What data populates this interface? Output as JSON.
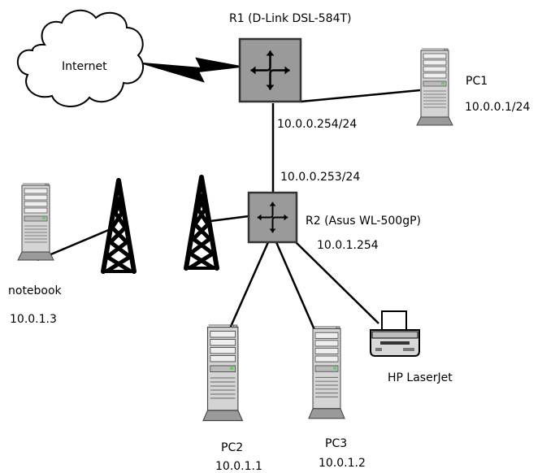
{
  "cloud": {
    "label": "Internet"
  },
  "routers": {
    "r1": {
      "label": "R1 (D-Link DSL-584T)",
      "ip": "10.0.0.254/24"
    },
    "r2": {
      "label": "R2 (Asus WL-500gP)",
      "ip_upstream": "10.0.0.253/24",
      "ip": "10.0.1.254"
    }
  },
  "hosts": {
    "pc1": {
      "label": "PC1",
      "ip": "10.0.0.1/24"
    },
    "notebook": {
      "label": "notebook",
      "ip": "10.0.1.3"
    },
    "pc2": {
      "label": "PC2",
      "ip": "10.0.1.1"
    },
    "pc3": {
      "label": "PC3",
      "ip": "10.0.1.2"
    },
    "printer": {
      "label": "HP LaserJet"
    }
  },
  "icons": {
    "cloud": "cloud-icon",
    "router": "router-icon",
    "tower": "pc-tower-icon",
    "antenna": "antenna-icon",
    "printer": "printer-icon"
  },
  "colors": {
    "router_fill": "#9a9a9a",
    "line": "#000000",
    "case_fill": "#cfcfcf"
  }
}
